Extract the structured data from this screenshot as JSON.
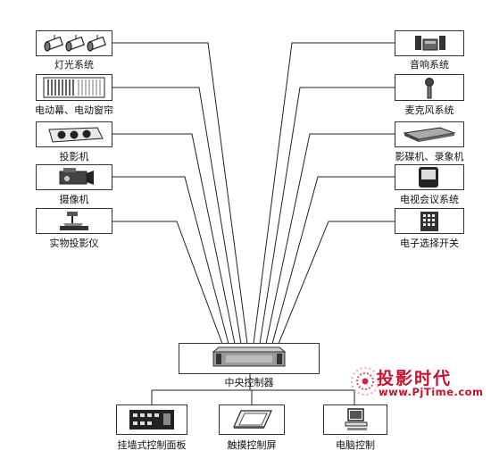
{
  "left_devices": [
    {
      "label": "灯光系统",
      "icon": "stage-lights-icon"
    },
    {
      "label": "电动幕、电动窗帘",
      "icon": "motorized-screen-icon"
    },
    {
      "label": "投影机",
      "icon": "projector-icon"
    },
    {
      "label": "摄像机",
      "icon": "video-camera-icon"
    },
    {
      "label": "实物投影仪",
      "icon": "document-camera-icon"
    }
  ],
  "right_devices": [
    {
      "label": "音响系统",
      "icon": "audio-system-icon"
    },
    {
      "label": "麦克风系统",
      "icon": "microphone-icon"
    },
    {
      "label": "影碟机、录象机",
      "icon": "dvd-vcr-icon"
    },
    {
      "label": "电视会议系统",
      "icon": "video-conference-icon"
    },
    {
      "label": "电子选择开关",
      "icon": "matrix-switcher-icon"
    }
  ],
  "controller": {
    "label": "中央控制器",
    "icon": "central-controller-icon"
  },
  "bottom_devices": [
    {
      "label": "挂墙式控制面板",
      "icon": "wall-control-panel-icon"
    },
    {
      "label": "触摸控制屏",
      "icon": "touch-screen-icon"
    },
    {
      "label": "电脑控制",
      "icon": "computer-icon"
    }
  ],
  "watermark": {
    "title": "投影时代",
    "url": "www.PjTime.com",
    "color": "#c8102e"
  }
}
